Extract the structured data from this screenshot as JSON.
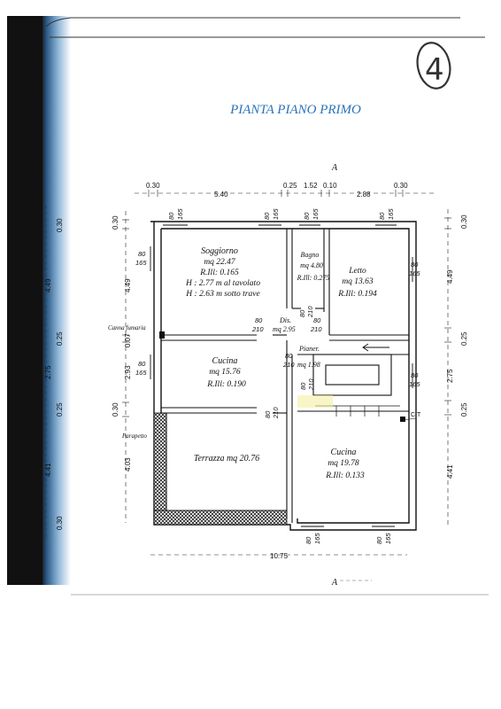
{
  "sheet": {
    "page_number": "4",
    "title": "PIANTA PIANO PRIMO",
    "section_mark": "A",
    "section_mark_bottom": "A"
  },
  "rooms": {
    "soggiorno": {
      "name": "Soggiorno",
      "area": "mq 22.47",
      "rill": "R.Ill: 0.165",
      "h1": "H : 2.77 m al tavolato",
      "h2": "H : 2.63 m sotto trave"
    },
    "bagno": {
      "name": "Bagno",
      "area": "mq 4.80",
      "rill": "R.Ill: 0.275"
    },
    "letto": {
      "name": "Letto",
      "area": "mq 13.63",
      "rill": "R.Ill: 0.194"
    },
    "dis": {
      "name": "Dis.",
      "area": "mq 2.95"
    },
    "cucina1": {
      "name": "Cucina",
      "area": "mq 15.76",
      "rill": "R.Ill: 0.190"
    },
    "pianer": {
      "name": "Pianer.",
      "area": "mq 1.98"
    },
    "terrazza": {
      "name": "Terrazza mq 20.76"
    },
    "cucina2": {
      "name": "Cucina",
      "area": "mq 19.78",
      "rill": "R.Ill: 0.133"
    }
  },
  "notes": {
    "canna": "Canna fumaria",
    "parapetto": "Parapetto",
    "ct": "C.T"
  },
  "dims_top": [
    "0.30",
    "5.40",
    "0.25",
    "1.52",
    "0.10",
    "2.88",
    "0.30"
  ],
  "dims_bottom": "10.75",
  "dims_left": [
    "0.30",
    "4.49",
    "0.07",
    "2.93",
    "0.30",
    "4.03"
  ],
  "dims_right": [
    "0.30",
    "4.49",
    "0.25",
    "2.75",
    "0.25",
    "4.41"
  ],
  "dims_margin": [
    "0.30",
    "4.49",
    "0.25",
    "2.75",
    "0.25",
    "4.41",
    "0.30"
  ],
  "doors": {
    "top_num": "80",
    "top_den": "165",
    "int_num": "80",
    "int_den": "210",
    "bathdis_num": "80",
    "bathdis_den": "210",
    "terr_num": "80",
    "terr_den": "210",
    "dis_num": "80",
    "dis_den": "210"
  }
}
